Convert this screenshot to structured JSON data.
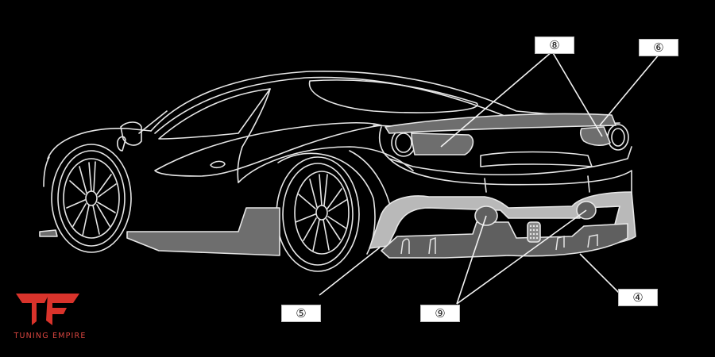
{
  "diagram": {
    "subject": "Sports car rear three-quarter line drawing with highlighted aero parts",
    "background_color": "#000000",
    "line_color": "#e6e6e6",
    "highlight_color": "#6e6e6e",
    "callouts": [
      {
        "id": "callout-8",
        "label": "⑧",
        "targets": [
          "left-taillight-panel",
          "right-taillight-panel"
        ]
      },
      {
        "id": "callout-6",
        "label": "⑥",
        "targets": [
          "rear-spoiler-lip"
        ]
      },
      {
        "id": "callout-5",
        "label": "⑤",
        "targets": [
          "rear-bumper-side-left"
        ]
      },
      {
        "id": "callout-9",
        "label": "⑨",
        "targets": [
          "exhaust-left",
          "exhaust-right"
        ]
      },
      {
        "id": "callout-4",
        "label": "④",
        "targets": [
          "rear-diffuser"
        ]
      }
    ]
  },
  "logo": {
    "brand": "TUNING EMPIRE",
    "mark": "TE",
    "color": "#d9332b"
  }
}
